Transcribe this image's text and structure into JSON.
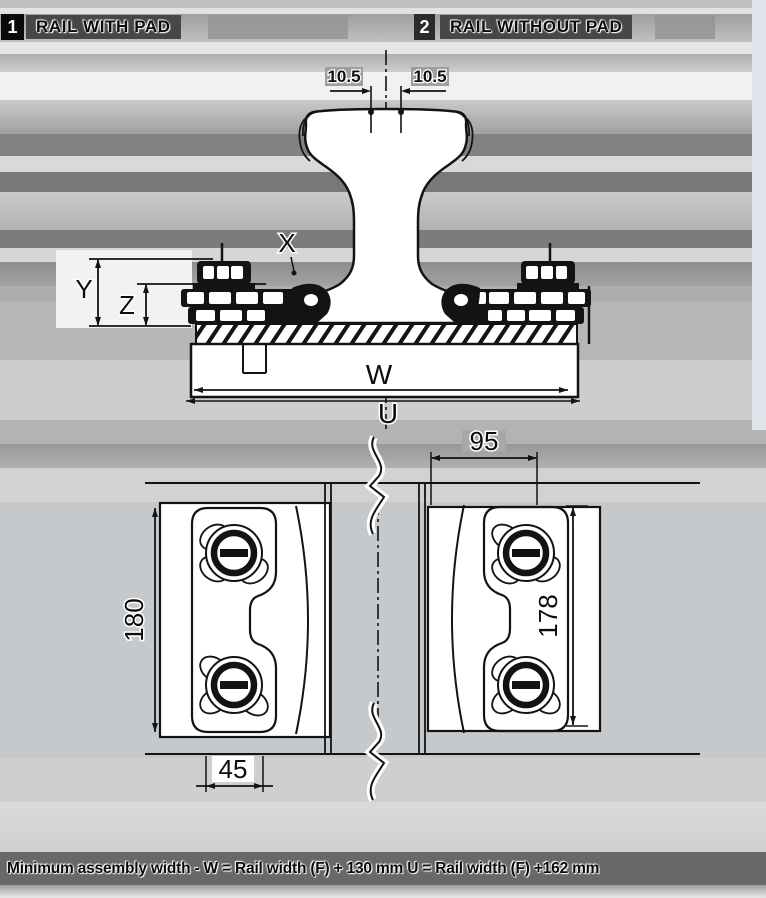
{
  "header": {
    "item1": {
      "badge": "1",
      "label": "RAIL WITH PAD"
    },
    "item2": {
      "badge": "2",
      "label": "RAIL WITHOUT PAD"
    }
  },
  "figure_top": {
    "dim_left_offset": "10.5",
    "dim_right_offset": "10.5",
    "dim_x": "X",
    "dim_y": "Y",
    "dim_z": "Z",
    "dim_w": "W",
    "dim_u": "U"
  },
  "figure_bottom": {
    "dim_plate_width": "95",
    "dim_left_length": "180",
    "dim_right_length": "178",
    "dim_bolt_offset": "45"
  },
  "footer": {
    "note": "Minimum assembly width - W = Rail width (F) + 130 mm U = Rail width (F) +162 mm"
  },
  "colors": {
    "line": "#131313",
    "footer_band": "#686868",
    "label_chip": "#9e9e9e",
    "badge_bg": "#0a0a0a",
    "badge_fg": "#ffffff"
  }
}
